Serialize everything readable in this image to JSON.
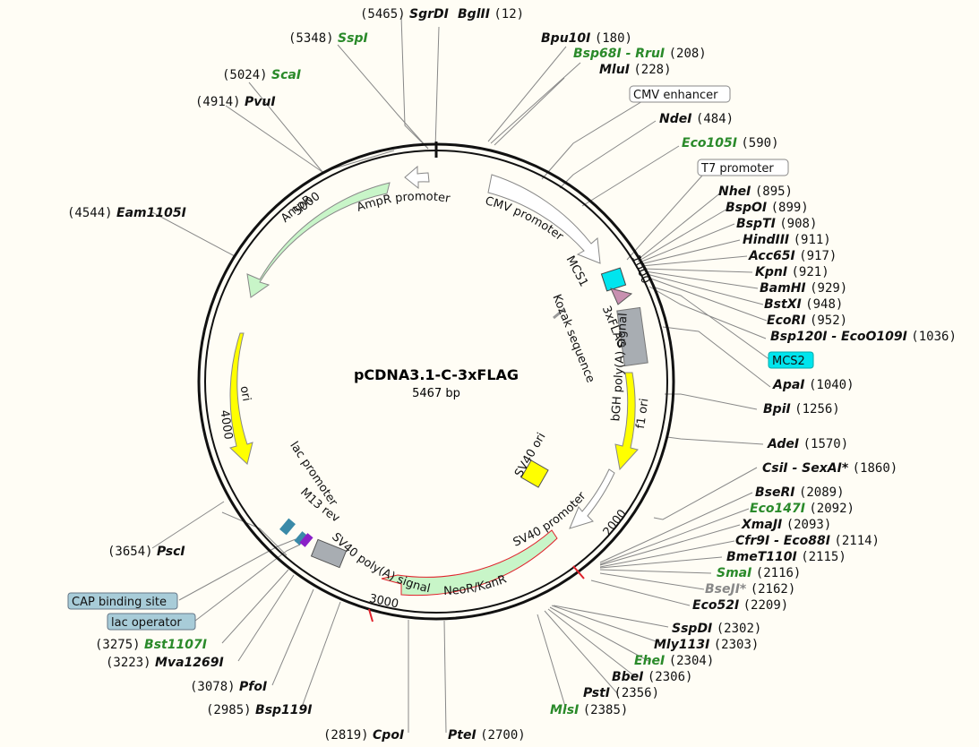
{
  "plasmid": {
    "name": "pCDNA3.1-C-3xFLAG",
    "length": "5467 bp"
  },
  "colors": {
    "amp": "#c8f5c8",
    "ori": "#ffff00",
    "cyan": "#00e5ee",
    "gray": "#a8adb2",
    "mauve": "#c890b0",
    "neo_outline": "#e0202a",
    "purple": "#8a20c8",
    "teal": "#3a8aa8",
    "green_text": "#2a8a2a",
    "gray_text": "#888888"
  },
  "ticks": {
    "t1000": "1000",
    "t2000": "2000",
    "t3000": "3000",
    "t4000": "4000",
    "t5000": "5000"
  },
  "features": {
    "cmv_promoter": "CMV promoter",
    "mcs1": "MCS1",
    "kozak": "Kozak sequence",
    "flag": "3xFLAG",
    "bgh": "bGH poly(A) signal",
    "f1ori": "f1 ori",
    "sv40ori": "SV40 ori",
    "sv40prom": "SV40 promoter",
    "neor": "NeoR/KanR",
    "sv40polya": "SV40 poly(A) signal",
    "m13rev": "M13 rev",
    "lacprom": "lac promoter",
    "ori": "ori",
    "ampr": "AmpR",
    "amprprom": "AmpR promoter"
  },
  "boxed": {
    "cmv_enhancer": "CMV enhancer",
    "t7_promoter": "T7 promoter",
    "mcs2": "MCS2",
    "cap_binding": "CAP binding site",
    "lac_operator": "lac operator"
  },
  "sites": [
    {
      "num": "(5465)",
      "name": "SgrDI",
      "pos": "left",
      "color": "black"
    },
    {
      "name": "BglII",
      "num": "(12)",
      "pos": "right",
      "color": "black"
    },
    {
      "num": "(5348)",
      "name": "SspI",
      "pos": "left",
      "color": "green"
    },
    {
      "name": "Bpu10I",
      "num": "(180)",
      "pos": "right",
      "color": "black"
    },
    {
      "name": "Bsp68I - RruI",
      "num": "(208)",
      "pos": "right",
      "color": "green"
    },
    {
      "name": "MluI",
      "num": "(228)",
      "pos": "right",
      "color": "black"
    },
    {
      "num": "(5024)",
      "name": "ScaI",
      "pos": "left",
      "color": "green"
    },
    {
      "num": "(4914)",
      "name": "PvuI",
      "pos": "left",
      "color": "black"
    },
    {
      "name": "NdeI",
      "num": "(484)",
      "pos": "right",
      "color": "black"
    },
    {
      "name": "Eco105I",
      "num": "(590)",
      "pos": "right",
      "color": "green"
    },
    {
      "name": "NheI",
      "num": "(895)",
      "pos": "right",
      "color": "black"
    },
    {
      "name": "BspOI",
      "num": "(899)",
      "pos": "right",
      "color": "black"
    },
    {
      "num": "(4544)",
      "name": "Eam1105I",
      "pos": "left",
      "color": "black"
    },
    {
      "name": "BspTI",
      "num": "(908)",
      "pos": "right",
      "color": "black"
    },
    {
      "name": "HindIII",
      "num": "(911)",
      "pos": "right",
      "color": "black"
    },
    {
      "name": "Acc65I",
      "num": "(917)",
      "pos": "right",
      "color": "black"
    },
    {
      "name": "KpnI",
      "num": "(921)",
      "pos": "right",
      "color": "black"
    },
    {
      "name": "BamHI",
      "num": "(929)",
      "pos": "right",
      "color": "black"
    },
    {
      "name": "BstXI",
      "num": "(948)",
      "pos": "right",
      "color": "black"
    },
    {
      "name": "EcoRI",
      "num": "(952)",
      "pos": "right",
      "color": "black"
    },
    {
      "name": "Bsp120I - EcoO109I",
      "num": "(1036)",
      "pos": "right",
      "color": "black"
    },
    {
      "name": "ApaI",
      "num": "(1040)",
      "pos": "right",
      "color": "black"
    },
    {
      "name": "BpiI",
      "num": "(1256)",
      "pos": "right",
      "color": "black"
    },
    {
      "name": "AdeI",
      "num": "(1570)",
      "pos": "right",
      "color": "black"
    },
    {
      "name": "CsiI - SexAI*",
      "num": "(1860)",
      "pos": "right",
      "color": "black"
    },
    {
      "name": "BseRI",
      "num": "(2089)",
      "pos": "right",
      "color": "black"
    },
    {
      "name": "Eco147I",
      "num": "(2092)",
      "pos": "right",
      "color": "green"
    },
    {
      "name": "XmaJI",
      "num": "(2093)",
      "pos": "right",
      "color": "black"
    },
    {
      "name": "Cfr9I - Eco88I",
      "num": "(2114)",
      "pos": "right",
      "color": "black"
    },
    {
      "name": "BmeT110I",
      "num": "(2115)",
      "pos": "right",
      "color": "black"
    },
    {
      "name": "SmaI",
      "num": "(2116)",
      "pos": "right",
      "color": "green"
    },
    {
      "name": "BseJI*",
      "num": "(2162)",
      "pos": "right",
      "color": "gray"
    },
    {
      "name": "Eco52I",
      "num": "(2209)",
      "pos": "right",
      "color": "black"
    },
    {
      "num": "(3654)",
      "name": "PscI",
      "pos": "left",
      "color": "black"
    },
    {
      "name": "SspDI",
      "num": "(2302)",
      "pos": "right",
      "color": "black"
    },
    {
      "name": "Mly113I",
      "num": "(2303)",
      "pos": "right",
      "color": "black"
    },
    {
      "num": "(3275)",
      "name": "Bst1107I",
      "pos": "left",
      "color": "green"
    },
    {
      "name": "EheI",
      "num": "(2304)",
      "pos": "right",
      "color": "green"
    },
    {
      "num": "(3223)",
      "name": "Mva1269I",
      "pos": "left",
      "color": "black"
    },
    {
      "name": "BbeI",
      "num": "(2306)",
      "pos": "right",
      "color": "black"
    },
    {
      "num": "(3078)",
      "name": "PfoI",
      "pos": "left",
      "color": "black"
    },
    {
      "name": "PstI",
      "num": "(2356)",
      "pos": "right",
      "color": "black"
    },
    {
      "num": "(2985)",
      "name": "Bsp119I",
      "pos": "left",
      "color": "black"
    },
    {
      "name": "MlsI",
      "num": "(2385)",
      "pos": "right",
      "color": "green"
    },
    {
      "num": "(2819)",
      "name": "CpoI",
      "pos": "left",
      "color": "black"
    },
    {
      "name": "PteI",
      "num": "(2700)",
      "pos": "right",
      "color": "black"
    }
  ]
}
